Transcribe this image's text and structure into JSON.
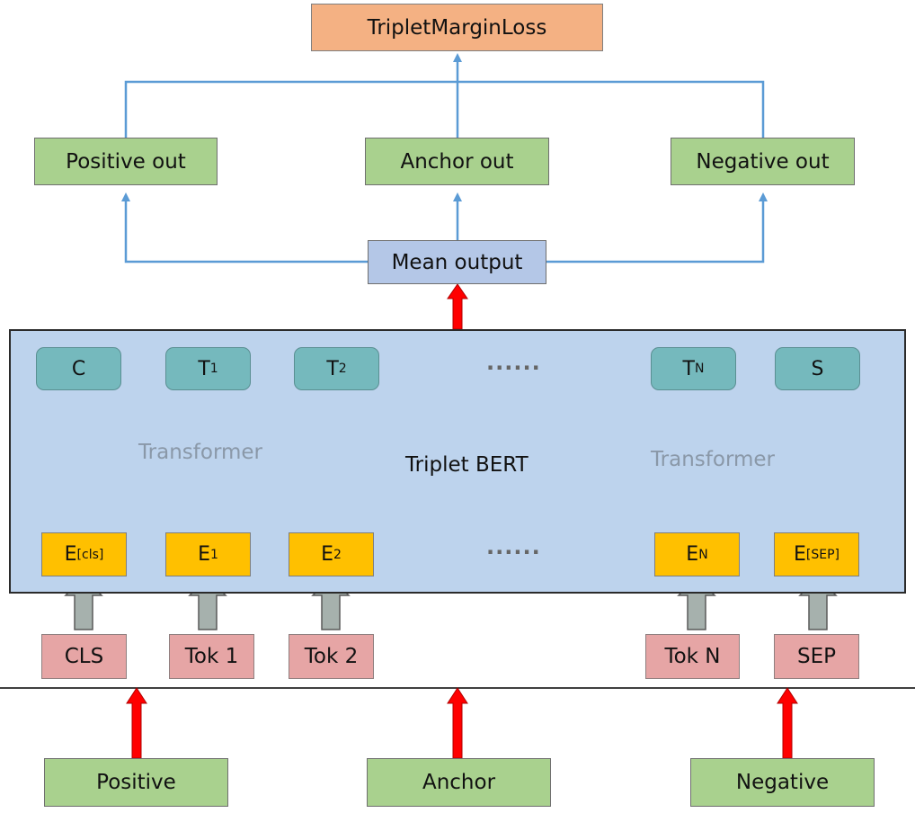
{
  "loss": {
    "label": "TripletMarginLoss"
  },
  "outputs": {
    "positive": "Positive out",
    "anchor": "Anchor out",
    "negative": "Negative out"
  },
  "mean_output": "Mean output",
  "bert": {
    "title": "Triplet BERT",
    "transformer_left": "Transformer",
    "transformer_right": "Transformer",
    "ellipsis_top": "......",
    "ellipsis_bottom": "......",
    "output_tokens": {
      "c": "C",
      "t1": {
        "base": "T",
        "sub": "1"
      },
      "t2": {
        "base": "T",
        "sub": "2"
      },
      "tn": {
        "base": "T",
        "sub": "N"
      },
      "s": "S"
    },
    "embeddings": {
      "ecls": {
        "base": "E",
        "sub": "[cls]"
      },
      "e1": {
        "base": "E",
        "sub": "1"
      },
      "e2": {
        "base": "E",
        "sub": "2"
      },
      "en": {
        "base": "E",
        "sub": "N"
      },
      "esep": {
        "base": "E",
        "sub": "[SEP]"
      }
    }
  },
  "input_tokens": {
    "cls": "CLS",
    "tok1": "Tok 1",
    "tok2": "Tok 2",
    "tokn": "Tok N",
    "sep": "SEP"
  },
  "inputs": {
    "positive": "Positive",
    "anchor": "Anchor",
    "negative": "Negative"
  },
  "colors": {
    "connector_blue": "#5b9bd5",
    "red_arrow": "#ff0000",
    "gray_arrow": "#a6b1ad"
  }
}
